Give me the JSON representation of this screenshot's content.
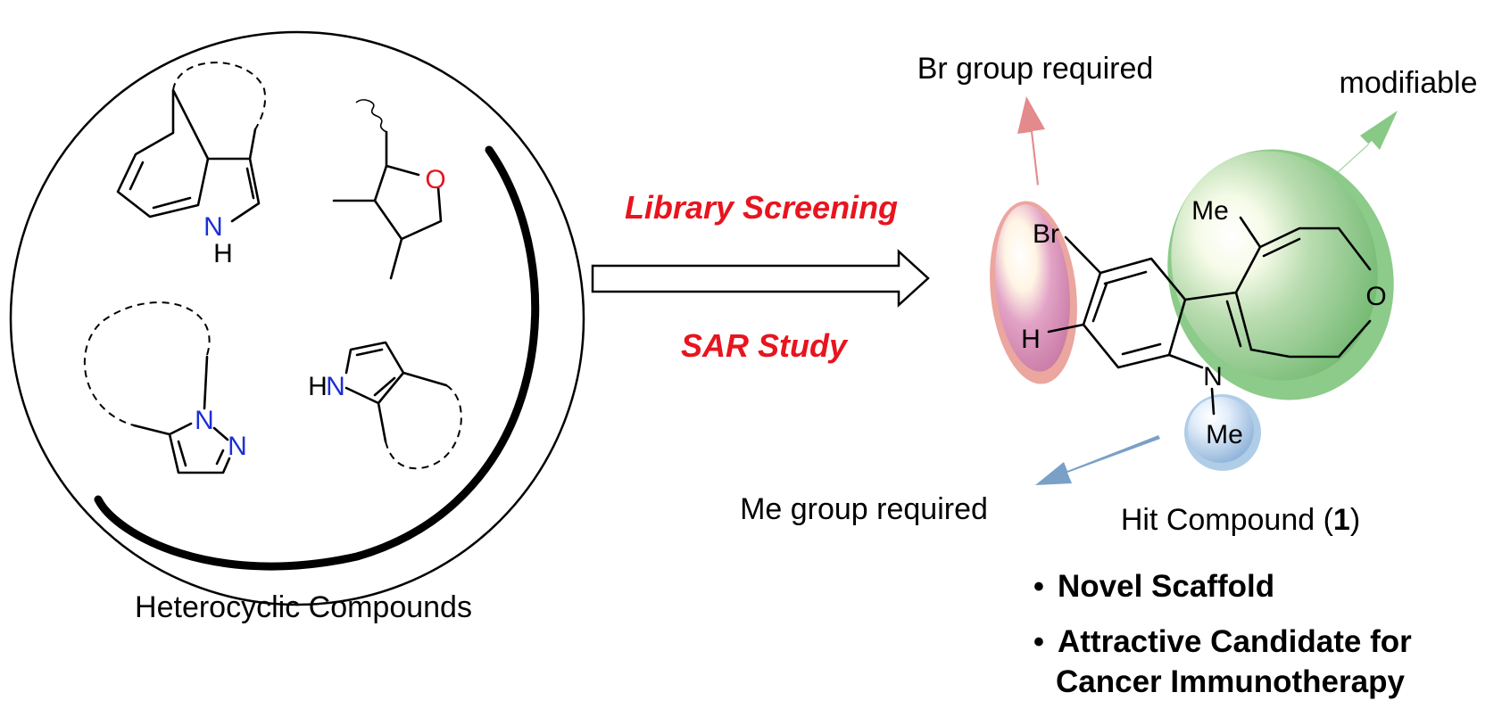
{
  "left": {
    "caption": "Heterocyclic Compounds",
    "indole_atoms": {
      "n": "N",
      "h": "H"
    },
    "thf_atom": "O",
    "pyrazole_atoms": {
      "n1": "N",
      "n2": "N"
    },
    "pyrrole_atom": {
      "h": "H",
      "n": "N"
    }
  },
  "arrow": {
    "top_label": "Library Screening",
    "bottom_label": "SAR Study"
  },
  "right": {
    "br_annotation": "Br group required",
    "modifiable_annotation": "modifiable",
    "me_annotation": "Me group required",
    "compound_label_prefix": "Hit Compound (",
    "compound_number": "1",
    "compound_label_suffix": ")",
    "atoms": {
      "br": "Br",
      "h": "H",
      "me_top": "Me",
      "o": "O",
      "n": "N",
      "me_n": "Me"
    },
    "bullets": [
      "Novel Scaffold",
      "Attractive Candidate for",
      "Cancer Immunotherapy"
    ],
    "bullet_char": "•"
  },
  "colors": {
    "arrow_text": "#e8141e",
    "hetero_atom": "#1a2fd6",
    "thf_oxygen": "#e8141e",
    "pink_highlight": "#d78ab3",
    "green_highlight": "#80c57f",
    "blue_highlight": "#9cbde0",
    "pink_arrow": "#e38a8d",
    "green_arrow": "#87c985",
    "blue_arrow": "#7aa0c8"
  }
}
